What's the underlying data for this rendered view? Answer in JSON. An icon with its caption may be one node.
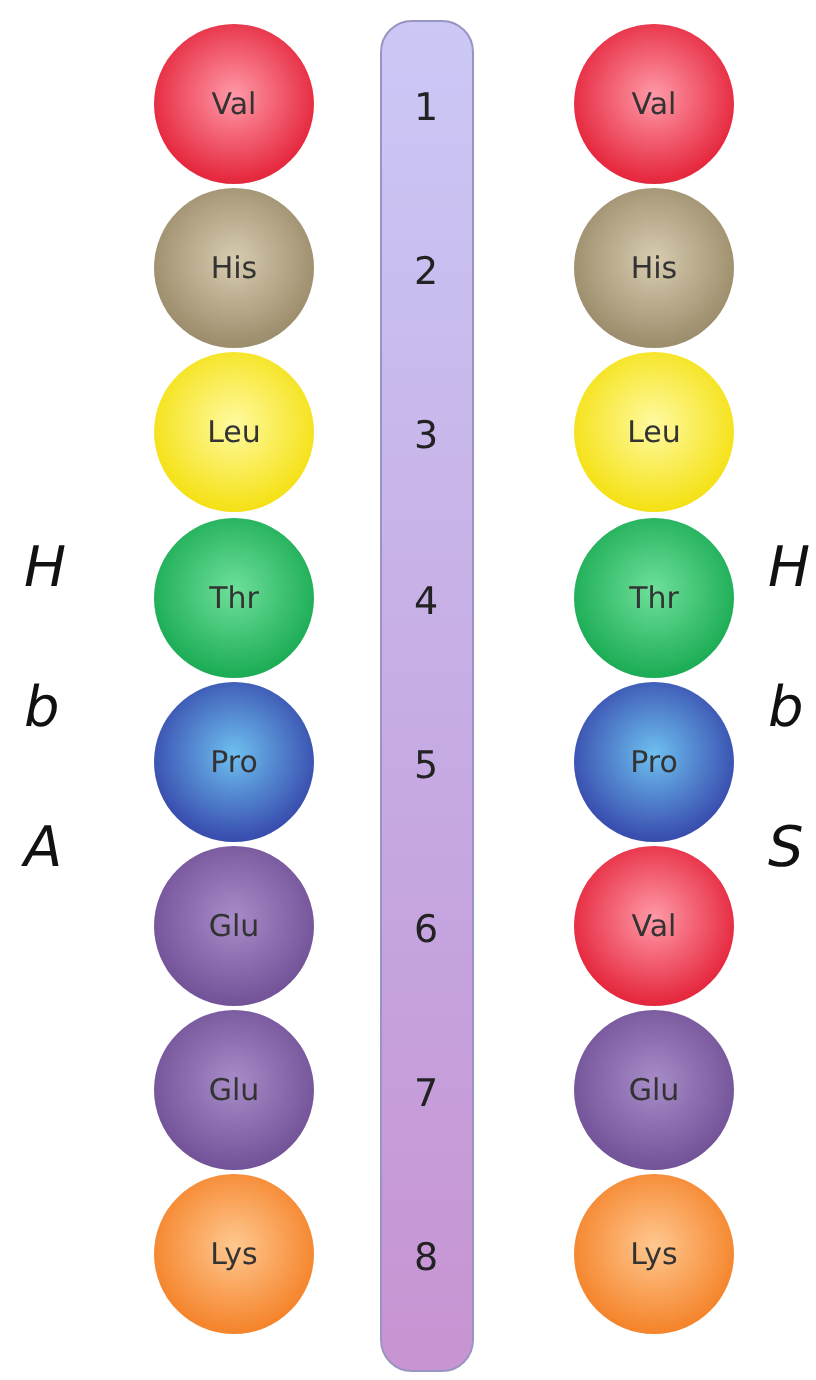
{
  "diagram": {
    "nodes": [
      {
        "text": [
          "Val"
        ]
      },
      {
        "text": [
          "His"
        ]
      },
      {
        "text": [
          "Leu"
        ]
      },
      {
        "text": [
          "Thr"
        ]
      },
      {
        "text": [
          "Pro"
        ]
      },
      {
        "text": [
          "Glu"
        ]
      },
      {
        "text": [
          "Glu"
        ]
      },
      {
        "text": [
          "Lys"
        ]
      },
      {
        "text": [
          "Val"
        ]
      },
      {
        "text": [
          "His"
        ]
      },
      {
        "text": [
          "Leu"
        ]
      },
      {
        "text": [
          "Thr"
        ]
      },
      {
        "text": [
          "Pro"
        ]
      },
      {
        "text": [
          "Val"
        ]
      },
      {
        "text": [
          "Glu"
        ]
      },
      {
        "text": [
          "Lys"
        ]
      }
    ],
    "labels": [
      "1",
      "2",
      "3",
      "4",
      "5",
      "6",
      "7",
      "8",
      "H",
      "b",
      "A",
      "H",
      "b",
      "S"
    ]
  }
}
